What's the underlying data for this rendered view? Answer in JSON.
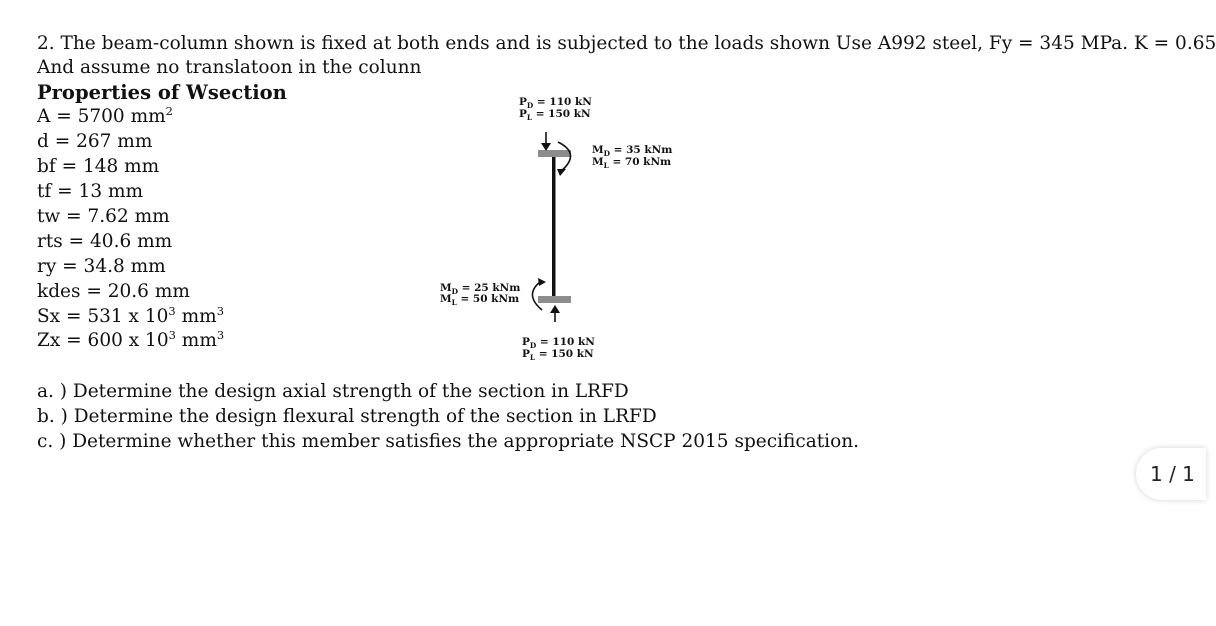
{
  "problem": {
    "line1": "2. The beam-column shown is fixed at both ends and is subjected to the loads shown Use A992 steel, Fy = 345 MPa. K = 0.65",
    "line2": "And assume no translatoon in the colunn"
  },
  "properties": {
    "heading": "Properties of Wsection",
    "items": [
      {
        "text": "A = 5700 mm",
        "sup": "2"
      },
      {
        "text": "d = 267 mm"
      },
      {
        "text": "bf = 148 mm"
      },
      {
        "text": "tf = 13 mm"
      },
      {
        "text": "tw = 7.62 mm"
      },
      {
        "text": "rts =  40.6 mm"
      },
      {
        "text": "ry = 34.8 mm"
      },
      {
        "text": "kdes  =  20.6 mm"
      },
      {
        "base": "Sx = 531 x 10",
        "exp": "3",
        "unit": " mm",
        "sup": "3"
      },
      {
        "base": "Zx = 600 x 10",
        "exp": "3",
        "unit": " mm",
        "sup": "3"
      }
    ]
  },
  "diagram": {
    "top_pd": "P",
    "top_pd_sub": "D",
    "top_pd_val": " = 110 kN",
    "top_pl": "P",
    "top_pl_sub": "L",
    "top_pl_val": " = 150 kN",
    "top_md": "M",
    "top_md_sub": "D",
    "top_md_val": " = 35 kNm",
    "top_ml": "M",
    "top_ml_sub": "L",
    "top_ml_val": " = 70 kNm",
    "bot_md": "M",
    "bot_md_sub": "D",
    "bot_md_val": " = 25 kNm",
    "bot_ml": "M",
    "bot_ml_sub": "L",
    "bot_ml_val": " = 50 kNm",
    "bot_pd": "P",
    "bot_pd_sub": "D",
    "bot_pd_val": " = 110 kN",
    "bot_pl": "P",
    "bot_pl_sub": "L",
    "bot_pl_val": " = 150 kN"
  },
  "parts": [
    "a. ) Determine the design axial strength of the section in LRFD",
    "b. ) Determine the design flexural strength of the section in LRFD",
    "c. ) Determine whether this member satisfies the appropriate NSCP 2015 specification."
  ],
  "pager": "1 / 1"
}
